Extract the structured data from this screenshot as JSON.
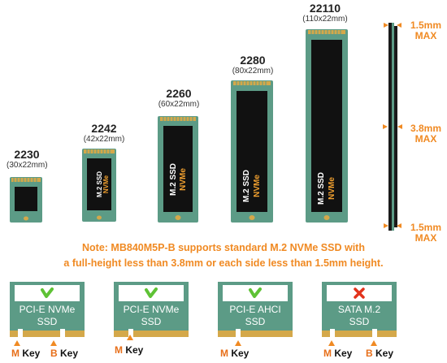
{
  "ssd_sizes": [
    {
      "name": "2230",
      "dim": "(30x22mm)"
    },
    {
      "name": "2242",
      "dim": "(42x22mm)",
      "text1": "M.2 SSD",
      "text2": "NVMe"
    },
    {
      "name": "2260",
      "dim": "(60x22mm)",
      "text1": "M.2 SSD",
      "text2": "NVMe"
    },
    {
      "name": "2280",
      "dim": "(80x22mm)",
      "text1": "M.2 SSD",
      "text2": "NVMe"
    },
    {
      "name": "22110",
      "dim": "(110x22mm)",
      "text1": "M.2 SSD",
      "text2": "NVMe"
    }
  ],
  "thickness": [
    {
      "value": "1.5mm",
      "max": "MAX"
    },
    {
      "value": "3.8mm",
      "max": "MAX"
    },
    {
      "value": "1.5mm",
      "max": "MAX"
    }
  ],
  "note": {
    "line1": "Note: MB840M5P-B supports standard M.2 NVMe SSD with",
    "line2": "a full-height less than 3.8mm or each side less than 1.5mm height."
  },
  "key_types": [
    {
      "line1": "PCI-E NVMe",
      "line2": "SSD",
      "supported": true,
      "keys": [
        "M Key",
        "B Key"
      ]
    },
    {
      "line1": "PCI-E NVMe",
      "line2": "SSD",
      "supported": true,
      "keys": [
        "M Key"
      ]
    },
    {
      "line1": "PCI-E AHCI",
      "line2": "SSD",
      "supported": true,
      "keys": [
        "M Key"
      ]
    },
    {
      "line1": "SATA M.2",
      "line2": "SSD",
      "supported": false,
      "keys": [
        "M Key",
        "B Key"
      ]
    }
  ],
  "colors": {
    "pcb": "#5c9b86",
    "gold": "#d4a84a",
    "accent": "#f08a23",
    "chip": "#111111",
    "check": "#5ec235",
    "cross": "#e2331c"
  }
}
